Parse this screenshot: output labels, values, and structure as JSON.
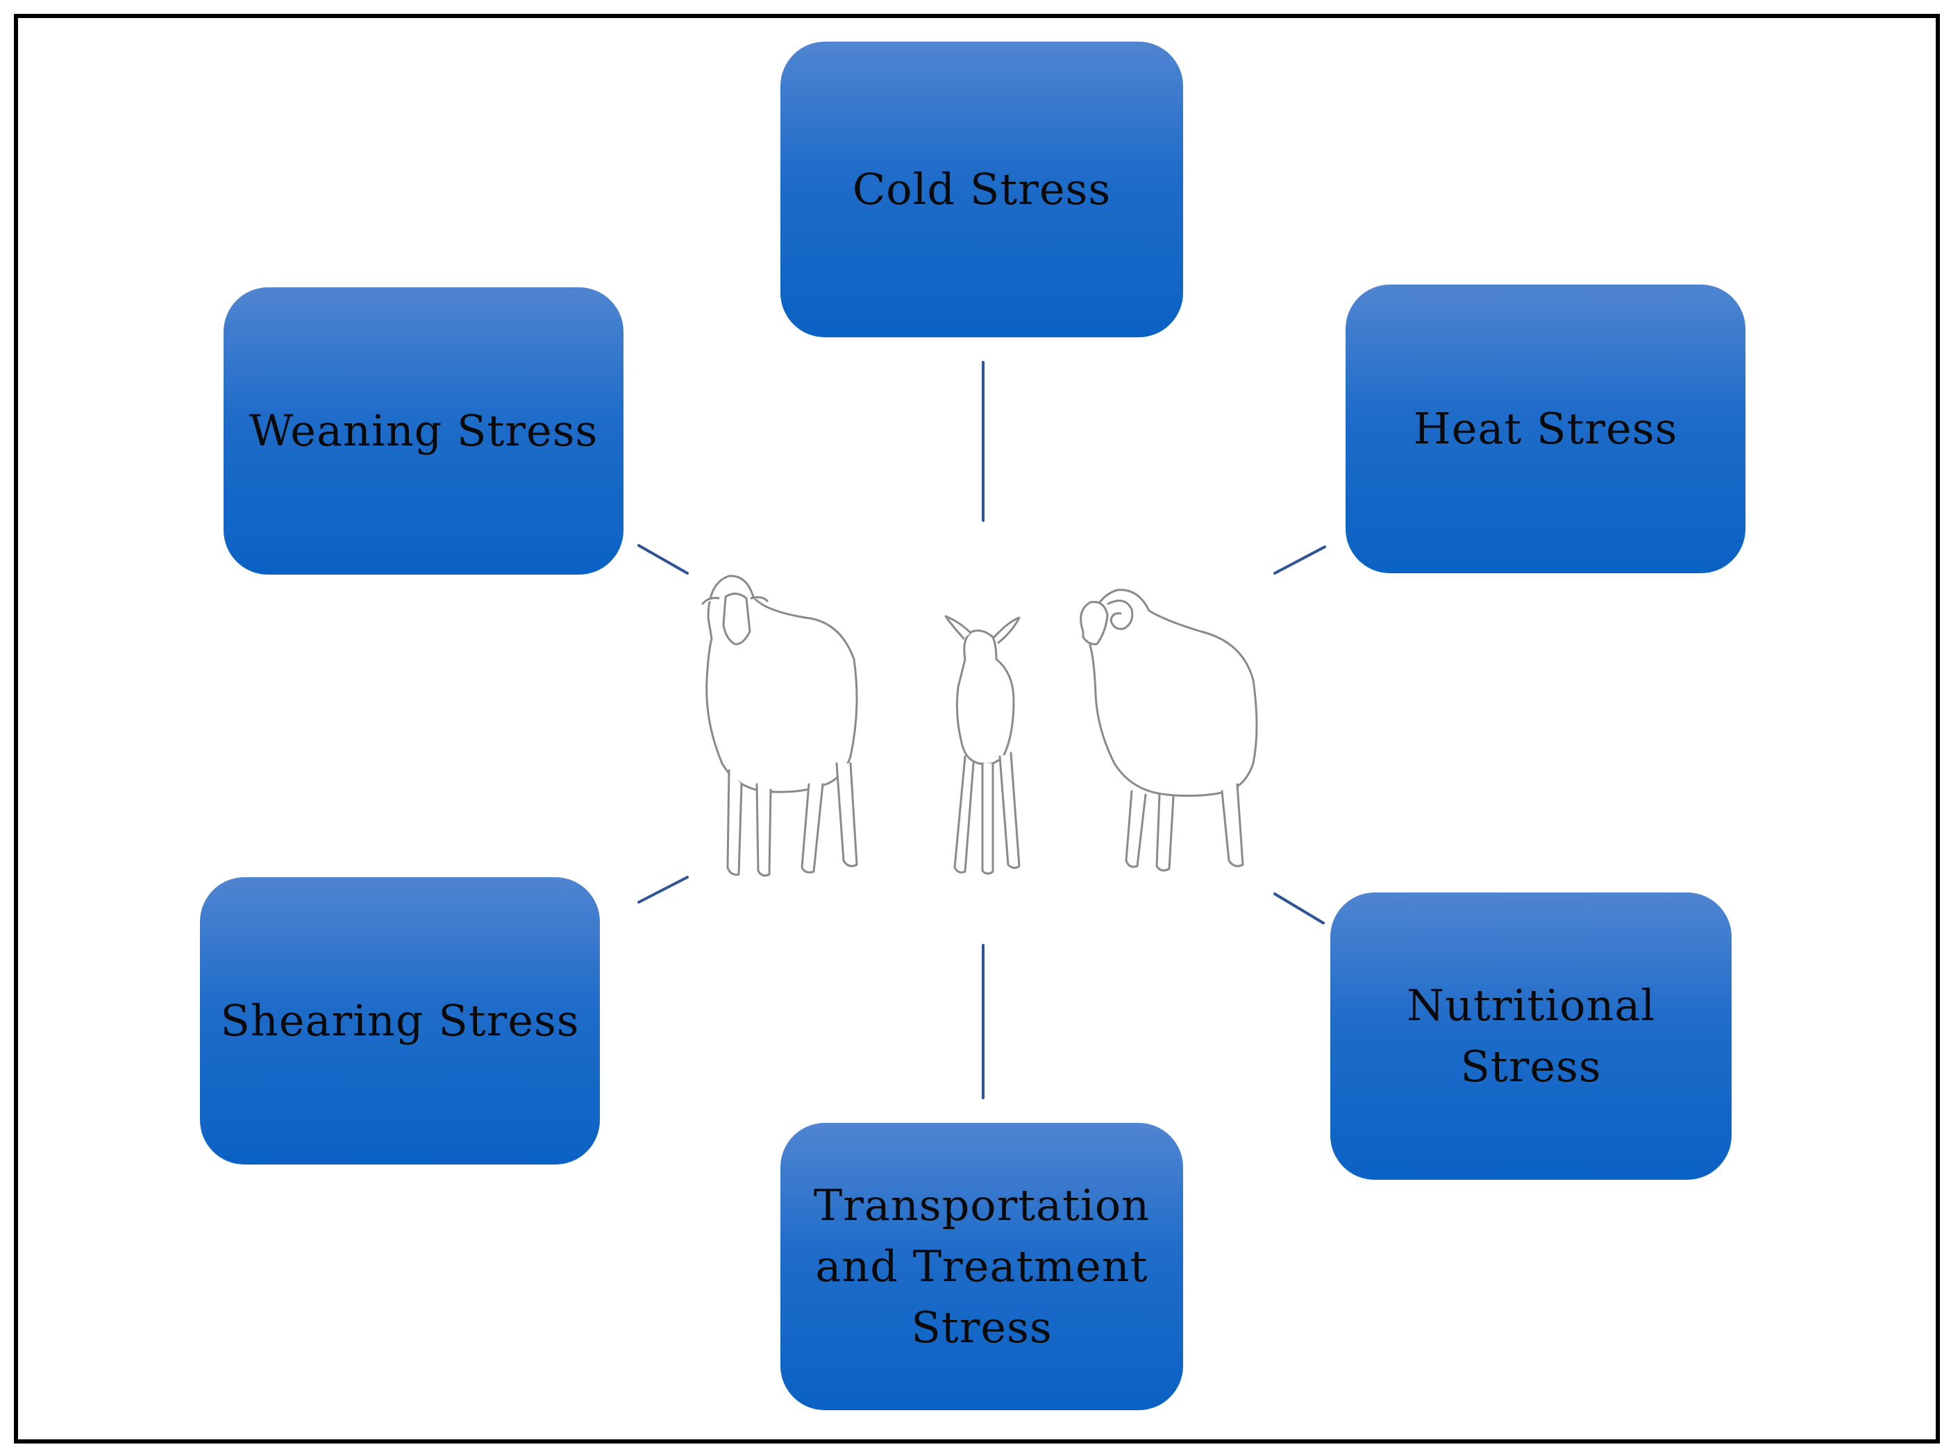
{
  "diagram": {
    "nodes": [
      {
        "id": "cold",
        "label": "Cold Stress"
      },
      {
        "id": "heat",
        "label": "Heat Stress"
      },
      {
        "id": "weaning",
        "label": "Weaning Stress"
      },
      {
        "id": "shearing",
        "label": "Shearing Stress"
      },
      {
        "id": "nutritional",
        "label": "Nutritional\nStress"
      },
      {
        "id": "transport",
        "label": "Transportation\nand Treatment\nStress"
      }
    ],
    "center": {
      "label": "",
      "icon": "sheep-family-illustration"
    },
    "edges": [
      {
        "from": "center",
        "to": "cold"
      },
      {
        "from": "center",
        "to": "heat"
      },
      {
        "from": "center",
        "to": "weaning"
      },
      {
        "from": "center",
        "to": "shearing"
      },
      {
        "from": "center",
        "to": "nutritional"
      },
      {
        "from": "center",
        "to": "transport"
      }
    ],
    "colors": {
      "box_top": "#5085d1",
      "box_bottom": "#0a62c4",
      "connector": "#2f5597",
      "text": "#0a0a0a",
      "frame": "#000000"
    }
  }
}
